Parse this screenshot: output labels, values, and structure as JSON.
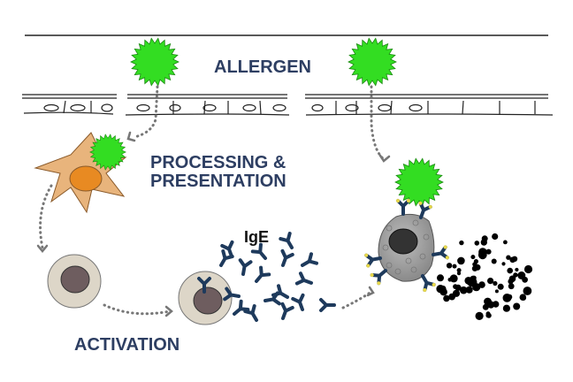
{
  "diagram": {
    "title": "Allergic sensitization and reaction",
    "colors": {
      "label_text": "#2d3e62",
      "allergen_green": "#33dd22",
      "antibody_blue": "#1e3a5c",
      "dendritic_cell": "#e8b47c",
      "lymphocyte": "#ddd6c8",
      "mast_cell": "#9a9a9a",
      "granule": "#000000"
    },
    "labels": {
      "allergen": "ALLERGEN",
      "processing_line1": "PROCESSING &",
      "processing_line2": "PRESENTATION",
      "activation": "ACTIVATION",
      "ige": "IgE"
    },
    "elements": [
      {
        "id": "allergen-1",
        "type": "allergen-particle"
      },
      {
        "id": "allergen-2",
        "type": "allergen-particle"
      },
      {
        "id": "epithelium",
        "type": "epithelial-layer"
      },
      {
        "id": "dendritic-cell",
        "type": "antigen-presenting-cell"
      },
      {
        "id": "t-cell",
        "type": "lymphocyte"
      },
      {
        "id": "b-cell",
        "type": "lymphocyte-with-ige"
      },
      {
        "id": "mast-cell",
        "type": "mast-cell"
      },
      {
        "id": "degranulation",
        "type": "granules"
      }
    ]
  }
}
